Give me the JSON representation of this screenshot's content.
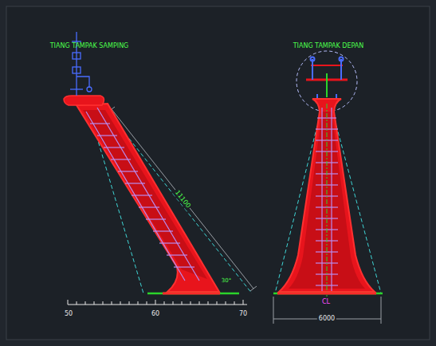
{
  "diagram": {
    "labels": [
      "TIANG TAMPAK SAMPING",
      "TIANG TAMPAK DEPAN",
      "11100",
      "30°",
      "50",
      "60",
      "70",
      "CL",
      "6000"
    ]
  }
}
